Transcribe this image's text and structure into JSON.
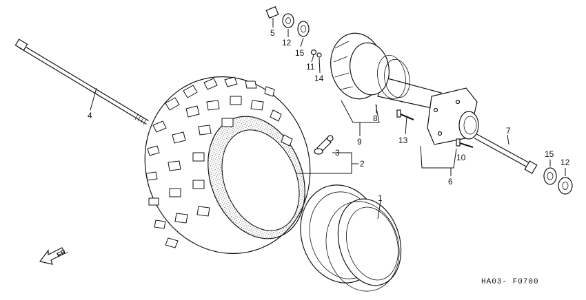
{
  "diagram": {
    "code": "HA03- F0700",
    "direction": "FR.",
    "callouts": {
      "c1": "1",
      "c2": "2",
      "c3": "3",
      "c4": "4",
      "c5": "5",
      "c6": "6",
      "c7": "7",
      "c8": "8",
      "c9": "9",
      "c10": "10",
      "c11": "11",
      "c12a": "12",
      "c12b": "12",
      "c13": "13",
      "c14": "14",
      "c15a": "15",
      "c15b": "15"
    }
  }
}
